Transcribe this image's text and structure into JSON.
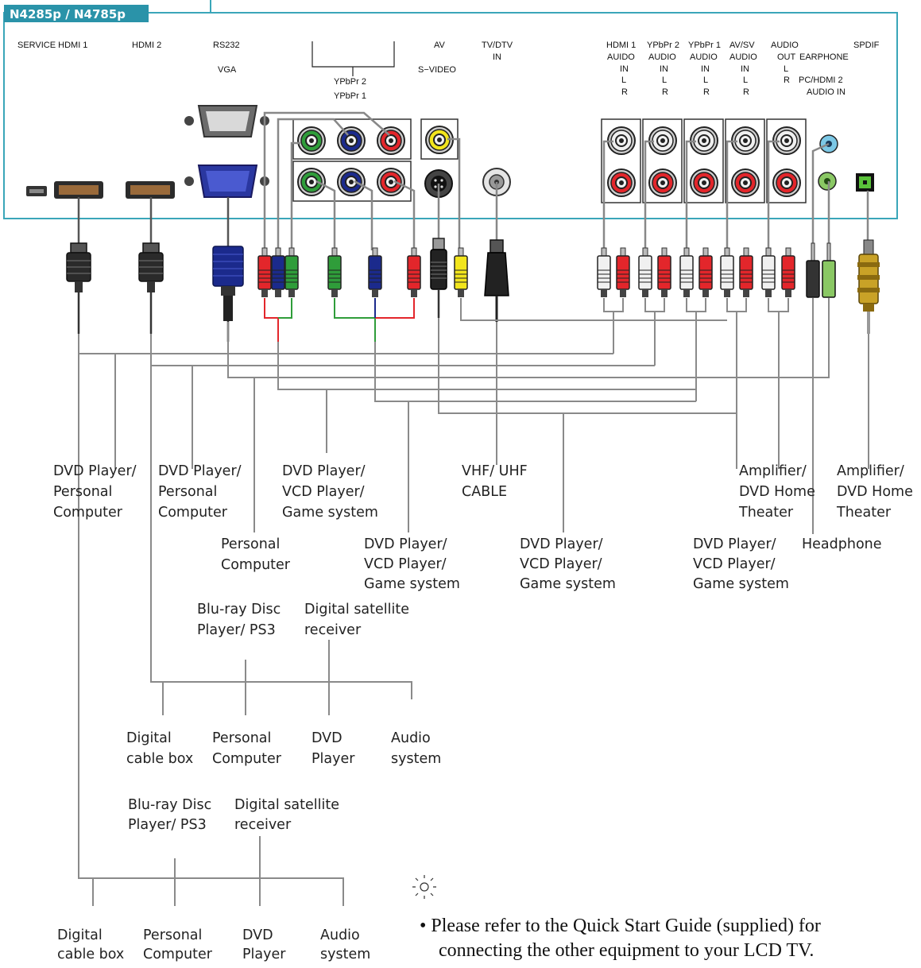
{
  "model": "N4285p / N4785p",
  "colors": {
    "panel_border": "#3aa6b9",
    "wire": "#8a8a8a",
    "red": "#e3262b",
    "green": "#2f9d3a",
    "blue": "#1b2a8c",
    "yellow": "#f2e51c",
    "white": "#f0f0f0",
    "cyan_jack": "#7cc8e6",
    "lime_jack": "#8ac864"
  },
  "port_labels": {
    "service_hdmi1": "SERVICE HDMI 1",
    "hdmi2": "HDMI 2",
    "rs232": "RS232",
    "vga": "VGA",
    "ypbpr2": "YPbPr 2",
    "ypbpr1": "YPbPr 1",
    "av": "AV",
    "svideo": "S−VIDEO",
    "tv_dtv": [
      "TV/DTV",
      "IN"
    ],
    "hdmi1_audio": [
      "HDMI 1",
      "AUIDO",
      "IN",
      "L",
      "R"
    ],
    "ypbpr2_audio": [
      "YPbPr 2",
      "AUDIO",
      "IN",
      "L",
      "R"
    ],
    "ypbpr1_audio": [
      "YPbPr 1",
      "AUDIO",
      "IN",
      "L",
      "R"
    ],
    "avsv_audio": [
      "AV/SV",
      "AUDIO",
      "IN",
      "L",
      "R"
    ],
    "audio_out": [
      "AUDIO",
      "OUT",
      "L",
      "R"
    ],
    "earphone": "EARPHONE",
    "pc_hdmi2_audio": [
      "PC/HDMI 2",
      "AUDIO IN"
    ],
    "spdif": "SPDIF"
  },
  "devices": {
    "dvd_pc_1": [
      "DVD Player/",
      "Personal",
      "Computer"
    ],
    "dvd_pc_2": [
      "DVD Player/",
      "Personal",
      "Computer"
    ],
    "dvd_vcd_game_1": [
      "DVD Player/",
      "VCD Player/",
      "Game system"
    ],
    "vhf_uhf": [
      "VHF/ UHF",
      "CABLE"
    ],
    "amp_1": [
      "Amplifier/",
      "DVD Home",
      "Theater"
    ],
    "amp_2": [
      "Amplifier/",
      "DVD Home",
      "Theater"
    ],
    "personal_computer": [
      "Personal",
      "Computer"
    ],
    "dvd_vcd_game_2": [
      "DVD Player/",
      "VCD Player/",
      "Game system"
    ],
    "dvd_vcd_game_3": [
      "DVD Player/",
      "VCD Player/",
      "Game system"
    ],
    "dvd_vcd_game_4": [
      "DVD Player/",
      "VCD Player/",
      "Game system"
    ],
    "headphone": "Headphone"
  },
  "hdmi2_group": {
    "top": [
      [
        "Blu-ray Disc",
        "Player/ PS3"
      ],
      [
        "Digital satellite",
        "receiver"
      ]
    ],
    "bottom": [
      [
        "Digital",
        "cable box"
      ],
      [
        "Personal",
        "Computer"
      ],
      [
        "DVD",
        "Player"
      ],
      [
        "Audio",
        "system"
      ]
    ]
  },
  "hdmi1_group": {
    "top": [
      [
        "Blu-ray Disc",
        "Player/ PS3"
      ],
      [
        "Digital satellite",
        "receiver"
      ]
    ],
    "bottom": [
      [
        "Digital",
        "cable box"
      ],
      [
        "Personal",
        "Computer"
      ],
      [
        "DVD",
        "Player"
      ],
      [
        "Audio",
        "system"
      ]
    ]
  },
  "note": {
    "icon": "tip-icon",
    "lines": [
      "• Please refer to the Quick Start Guide (supplied) for",
      "connecting the other equipment to your LCD TV."
    ]
  }
}
